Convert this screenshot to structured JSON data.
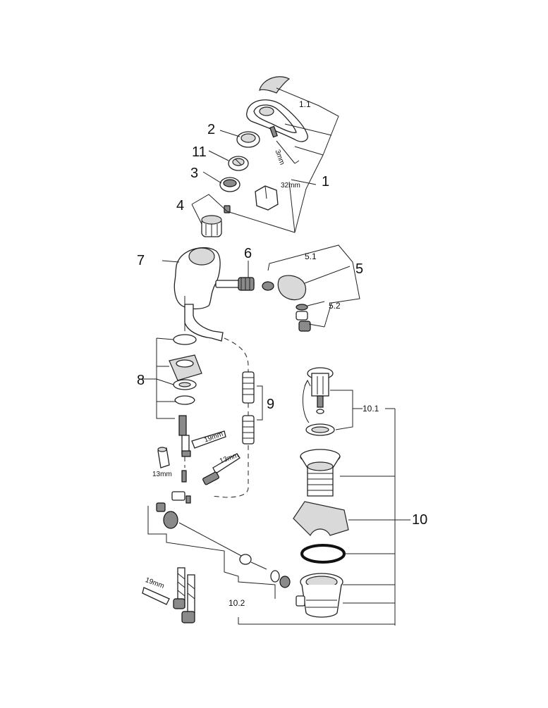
{
  "labels": {
    "l1_1": "1.1",
    "l1": "1",
    "l2": "2",
    "l11": "11",
    "l3": "3",
    "l4": "4",
    "l7": "7",
    "l6": "6",
    "l5_1": "5.1",
    "l5": "5",
    "l5_2": "5.2",
    "l8": "8",
    "l9": "9",
    "l10_1": "10.1",
    "l10": "10",
    "l10_2": "10.2"
  },
  "tool_sizes": {
    "t3mm": "3mm",
    "t32mm": "32mm",
    "t19mm_a": "19mm",
    "t13mm_a": "13mm",
    "t13mm_b": "13mm",
    "t19mm_b": "19mm"
  }
}
